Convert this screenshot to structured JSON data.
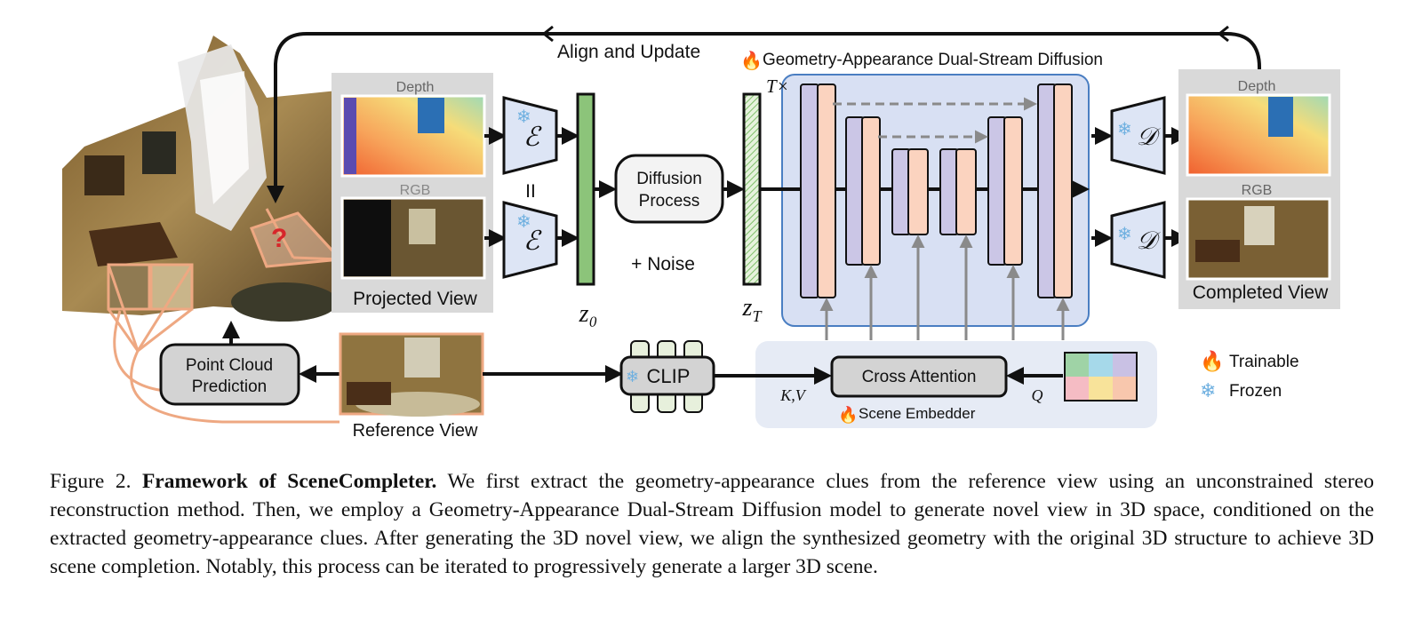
{
  "labels": {
    "align_update": "Align and Update",
    "dual_stream": "Geometry-Appearance Dual-Stream Diffusion",
    "t_times": "T×",
    "depth_in": "Depth",
    "rgb_in": "RGB",
    "projected_view": "Projected View",
    "encoder_symbol": "ℰ",
    "equals": "II",
    "z0": "z₀",
    "zT": "z_T",
    "diffusion_line1": "Diffusion",
    "diffusion_line2": "Process",
    "noise": "+ Noise",
    "decoder_symbol": "𝒟",
    "depth_out": "Depth",
    "rgb_out": "RGB",
    "completed_view": "Completed View",
    "pc_line1": "Point Cloud",
    "pc_line2": "Prediction",
    "reference_view": "Reference View",
    "clip": "CLIP",
    "kv": "K,V",
    "q": "Q",
    "cross_attention": "Cross Attention",
    "scene_embedder": "Scene Embedder",
    "question_mark": "?"
  },
  "legend": {
    "trainable": "Trainable",
    "frozen": "Frozen"
  },
  "icons": {
    "trainable": "fire-icon",
    "frozen": "snowflake-icon"
  },
  "colors": {
    "latent_green": "#8cc47a",
    "unet_purple": "#cbc6e6",
    "unet_peach": "#fbd3bf",
    "unet_panel": "#d8e0f3",
    "encoder_fill": "#dde5f5",
    "gray_panel": "#d9d9d9",
    "embed_panel": "#e6ebf5",
    "salmon": "#eea882"
  },
  "caption": {
    "figure_label": "Figure 2.",
    "title": "Framework of SceneCompleter.",
    "body": " We first extract the geometry-appearance clues from the reference view using an unconstrained stereo reconstruction method. Then, we employ a Geometry-Appearance Dual-Stream Diffusion model to generate novel view in 3D space, conditioned on the extracted geometry-appearance clues. After generating the 3D novel view, we align the synthesized geometry with the original 3D structure to achieve 3D scene completion. Notably, this process can be iterated to progressively generate a larger 3D scene."
  }
}
